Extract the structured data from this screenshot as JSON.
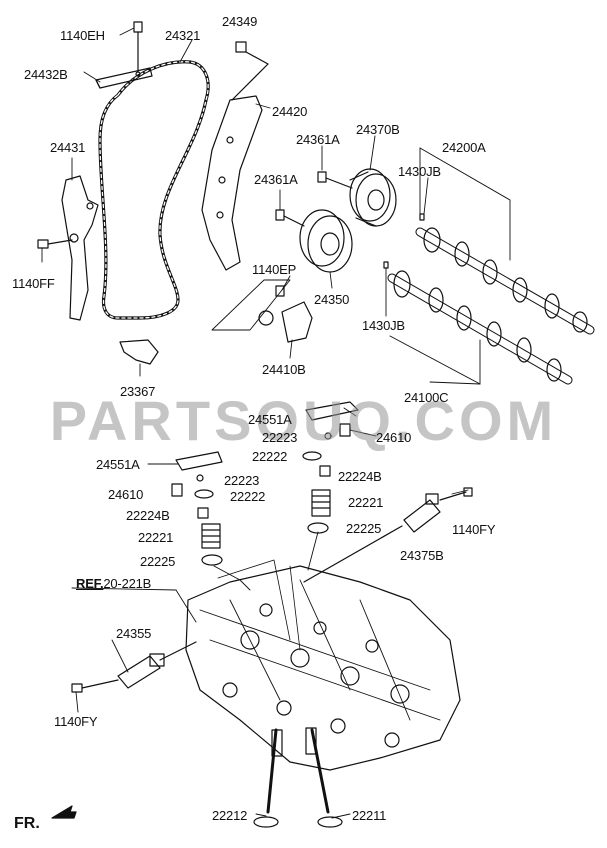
{
  "diagram": {
    "watermark": "PARTSOUQ.COM",
    "orientation_label": "FR.",
    "reference": {
      "prefix": "REF.",
      "number": "20-221B"
    },
    "labels": {
      "l1140EH": "1140EH",
      "l24321": "24321",
      "l24349": "24349",
      "l24432B": "24432B",
      "l24420": "24420",
      "l24431": "24431",
      "l24361A_top": "24361A",
      "l24370B": "24370B",
      "l24200A": "24200A",
      "l1430JB_top": "1430JB",
      "l24361A_mid": "24361A",
      "l1140FF": "1140FF",
      "l1140EP": "1140EP",
      "l24350": "24350",
      "l1430JB_mid": "1430JB",
      "l24410B": "24410B",
      "l23367": "23367",
      "l24100C": "24100C",
      "l24551A_r": "24551A",
      "l22223_r": "22223",
      "l24610_r": "24610",
      "l22222_r": "22222",
      "l24551A_l": "24551A",
      "l22224B_r": "22224B",
      "l22223_l": "22223",
      "l24610_l": "24610",
      "l22222_l": "22222",
      "l22221_r": "22221",
      "l22224B_l": "22224B",
      "l1140FY_r": "1140FY",
      "l22225_r": "22225",
      "l22221_l": "22221",
      "l24375B": "24375B",
      "l22225_l": "22225",
      "l24355": "24355",
      "l1140FY_l": "1140FY",
      "l22212": "22212",
      "l22211": "22211"
    }
  }
}
